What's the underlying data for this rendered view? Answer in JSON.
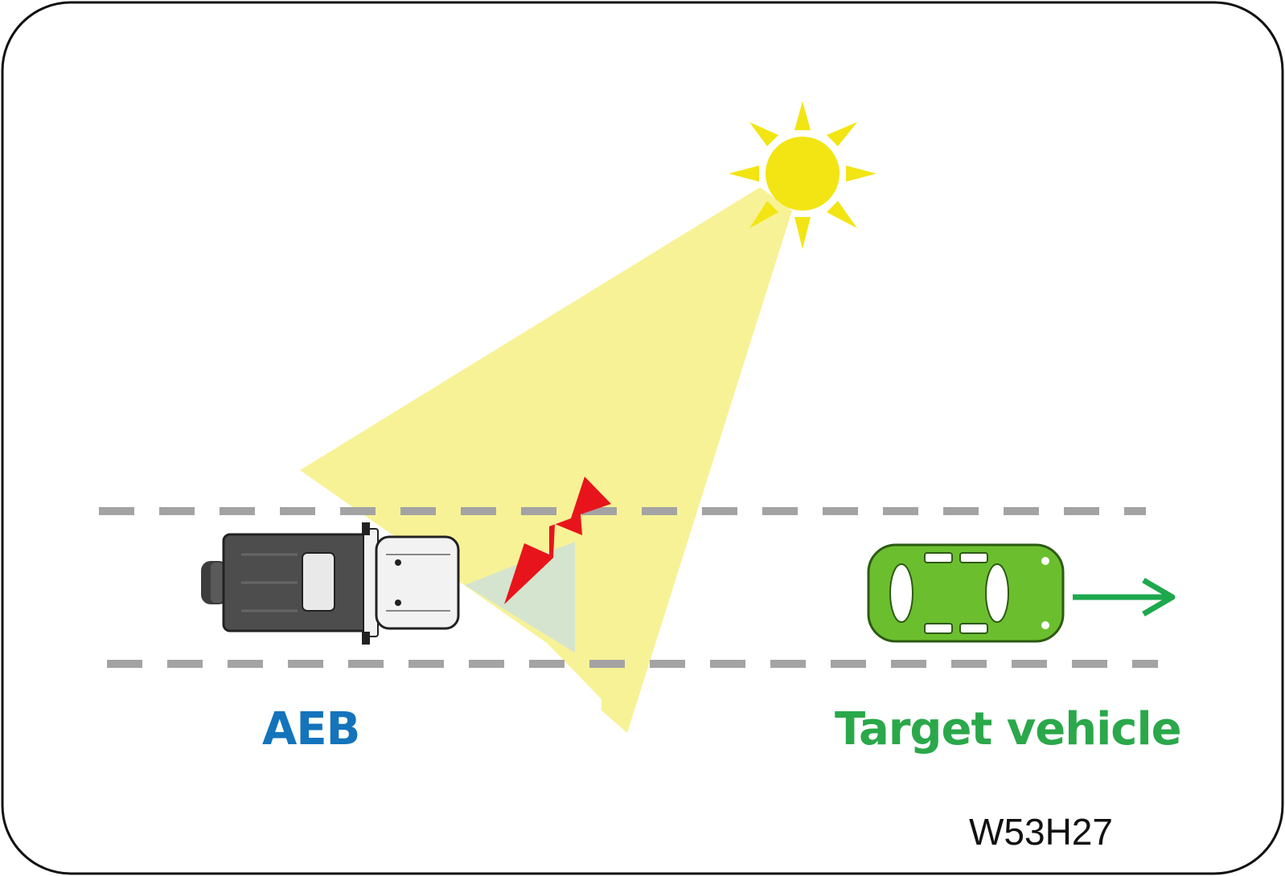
{
  "labels": {
    "ego": "AEB",
    "target": "Target vehicle",
    "code": "W53H27"
  },
  "colors": {
    "frame": "#111111",
    "sun": "#f2e513",
    "sunlight": "#f7f296",
    "sensor_cone": "#d4e4cf",
    "glare": "#e8141b",
    "lane_marking": "#a3a3a3",
    "ego_body": "#4d4d4d",
    "ego_hood": "#f2f2f2",
    "target_body": "#6bbf2e",
    "target_arrow": "#1ea84d",
    "ego_label": "#1474bb",
    "target_label": "#2aa84a"
  },
  "icons": {
    "sun": "sun-icon",
    "glare": "lightning-bolt-icon",
    "ego_vehicle": "jeep-top-view-icon",
    "target_vehicle": "car-top-view-icon",
    "direction": "arrow-right-icon"
  }
}
